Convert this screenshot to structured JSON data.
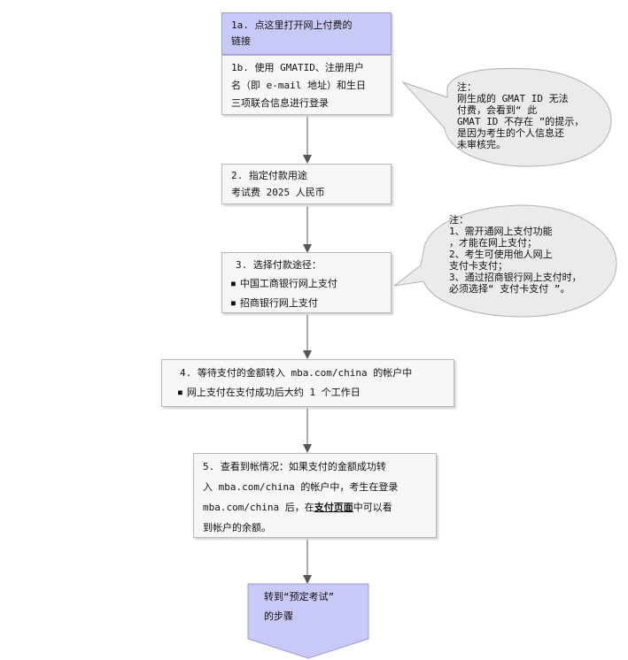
{
  "step1a": {
    "line1": "1a. 点这里打开网上付费的",
    "line2": "链接"
  },
  "step1b": {
    "line1": "1b. 使用 GMATID、注册用户",
    "line2": "名（即 e-mail 地址）和生日",
    "line3": "三项联合信息进行登录"
  },
  "note1": {
    "title": "注：",
    "lines": [
      "刚生成的 GMAT ID 无法",
      "付费，会看到“ 此",
      "GMAT ID 不存在 ”的提示，",
      "是因为考生的个人信息还",
      "未审核完。"
    ]
  },
  "step2": {
    "line1": "2. 指定付款用途",
    "line2": "考试费 2025 人民币"
  },
  "note2": {
    "title": "注：",
    "lines": [
      "1、需开通网上支付功能",
      "，才能在网上支付；",
      "2、考生可使用他人网上",
      "支付卡支付；",
      "3、通过招商银行网上支付时，",
      "必须选择“ 支付卡支付 ”。"
    ]
  },
  "step3": {
    "line1": "3. 选择付款途径：",
    "bullet1": "中国工商银行网上支付",
    "bullet2": "招商银行网上支付"
  },
  "step4": {
    "line1": "4. 等待支付的金额转入 mba.com/china 的帐户中",
    "bullet1": "网上支付在支付成功后大约 1 个工作日"
  },
  "step5": {
    "line1": "5. 查看到帐情况：如果支付的金额成功转",
    "line2": "入 mba.com/china 的帐户中，考生在登录",
    "line3_pre": "mba.com/china 后，在",
    "line3_link": "支付页面",
    "line3_post": "中可以看",
    "line4": "到帐户的余额。"
  },
  "end": {
    "line1": "转到“预定考试”",
    "line2": "的步骤"
  },
  "colors": {
    "header_fill": "#c9c9f7",
    "box_fill": "#f7f7f7",
    "note_fill": "#ebebeb",
    "end_fill": "#c9c9f7",
    "arrow": "#555555"
  }
}
